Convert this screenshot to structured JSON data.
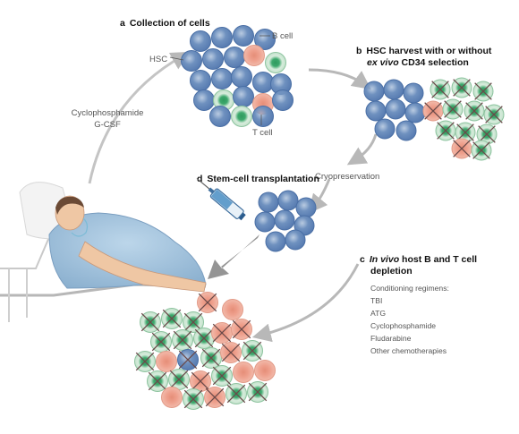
{
  "panel_a": {
    "letter": "a",
    "title": "Collection of cells"
  },
  "panel_b": {
    "letter": "b",
    "title_line1": "HSC harvest with or without",
    "title_line2_italic": "ex vivo",
    "title_line2_rest": " CD34 selection"
  },
  "panel_c": {
    "letter": "c",
    "title_italic": "In vivo",
    "title_rest": " host B and T cell",
    "title_line2": "depletion",
    "list_heading": "Conditioning regimens:",
    "regimens": [
      "TBI",
      "ATG",
      "Cyclophosphamide",
      "Fludarabine",
      "Other chemotherapies"
    ]
  },
  "panel_d": {
    "letter": "d",
    "title": "Stem-cell transplantation"
  },
  "labels": {
    "hsc": "HSC",
    "b_cell": "B cell",
    "t_cell": "T cell",
    "mobilization_line1": "Cyclophosphamide",
    "mobilization_line2": "G-CSF",
    "cryopreservation": "Cryopreservation"
  },
  "colors": {
    "hsc": "#7f9fc8",
    "b_cell": "#2f9a5e",
    "t_cell": "#e58e78",
    "arrow": "#b8b8b8",
    "cross": "#6a4a4a"
  },
  "icons": [
    "patient-figure",
    "syringe-icon",
    "cell-cluster"
  ]
}
